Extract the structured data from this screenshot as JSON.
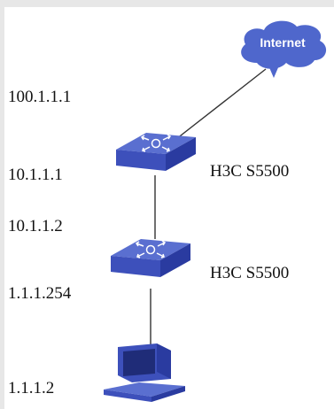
{
  "colors": {
    "background": "#e7e7e7",
    "canvas": "#ffffff",
    "device_top": "#5a6fd0",
    "device_side": "#2a3ba0",
    "device_front": "#3d50bb",
    "cloud": "#4f67cc",
    "line": "#333333",
    "text": "#111111"
  },
  "cloud": {
    "label": "Internet"
  },
  "labels": {
    "ip_internet": "100.1.1.1",
    "ip_switch1_down": "10.1.1.1",
    "ip_switch2_up": "10.1.1.2",
    "ip_switch2_down": "1.1.1.254",
    "ip_pc": "1.1.1.2",
    "switch1_name": "H3C S5500",
    "switch2_name": "H3C S5500"
  },
  "icons": [
    "cloud-icon",
    "router-icon",
    "switch-icon",
    "computer-icon"
  ]
}
